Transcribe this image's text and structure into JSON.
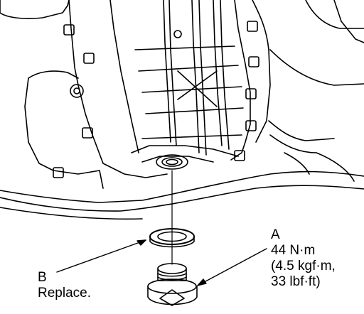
{
  "callouts": {
    "a": {
      "letter": "A",
      "line1": "44 N·m",
      "line2": "(4.5 kgf·m,",
      "line3": "33 lbf·ft)"
    },
    "b": {
      "letter": "B",
      "text": "Replace."
    }
  },
  "colors": {
    "ink": "#000000",
    "paper": "#ffffff"
  }
}
